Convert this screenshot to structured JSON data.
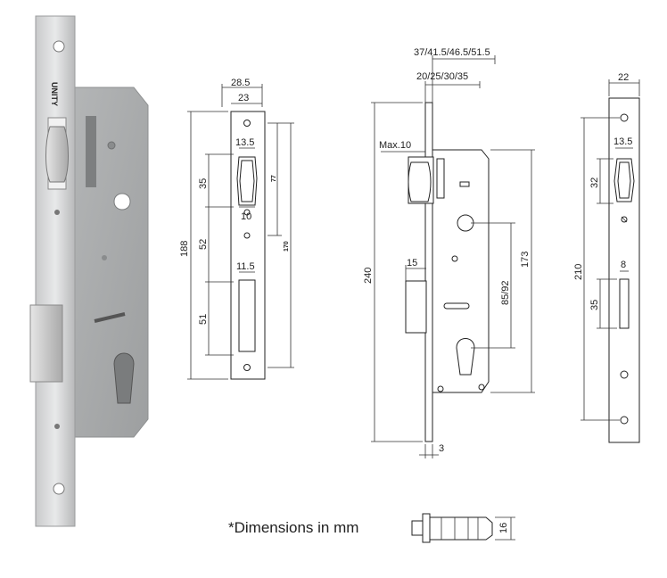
{
  "photo": {
    "brand_text": "UNITY"
  },
  "faceplate": {
    "width_outer": "28.5",
    "width_inner": "23",
    "latch_width": "13.5",
    "latch_gap": "10",
    "bolt_width": "11.5",
    "span_35": "35",
    "span_52": "52",
    "span_51": "51",
    "overall_188": "188",
    "span_77": "77",
    "span_170": "170"
  },
  "side": {
    "backset_top": "37/41.5/46.5/51.5",
    "backset_bottom": "20/25/30/35",
    "max_label": "Max.10",
    "bolt_throw": "15",
    "height_240": "240",
    "centers": "85/92",
    "height_173": "173",
    "plate_thickness": "3"
  },
  "strike": {
    "width": "22",
    "latch_width": "13.5",
    "span_32": "32",
    "bolt_width": "8",
    "span_35": "35",
    "overall_210": "210"
  },
  "latch": {
    "thickness": "16"
  },
  "footer": {
    "note": "*Dimensions in mm"
  }
}
